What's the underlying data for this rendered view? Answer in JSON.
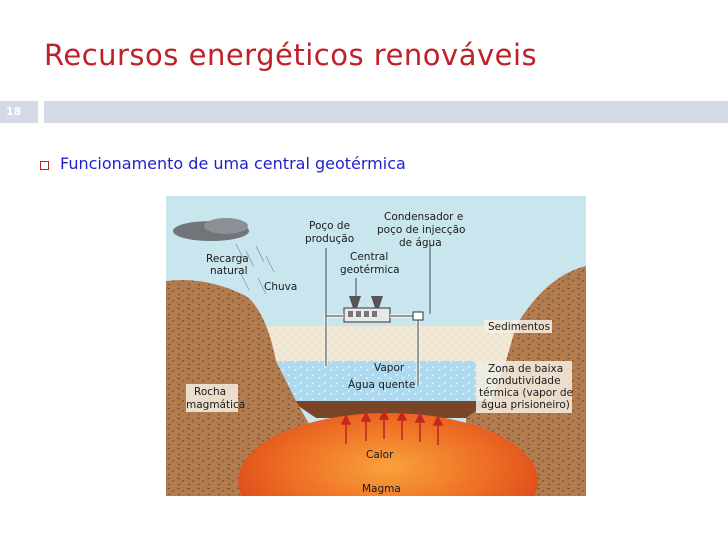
{
  "slide": {
    "title": "Recursos energéticos renováveis",
    "number": "18",
    "bullet": "Funcionamento de uma central geotérmica"
  },
  "diagram": {
    "labels": {
      "recarga_line1": "Recarga",
      "recarga_line2": "natural",
      "chuva": "Chuva",
      "poco_producao_line1": "Poço de",
      "poco_producao_line2": "produção",
      "condensador_line1": "Condensador e",
      "condensador_line2": "poço de injecção",
      "condensador_line3": "de água",
      "central_line1": "Central",
      "central_line2": "geotérmica",
      "sedimentos": "Sedimentos",
      "vapor": "Vapor",
      "agua_quente": "Água quente",
      "zona_line1": "Zona de baixa",
      "zona_line2": "condutividade",
      "zona_line3": "térmica (vapor de",
      "zona_line4": "água prisioneiro)",
      "rocha_line1": "Rocha",
      "rocha_line2": "magmática",
      "calor": "Calor",
      "magma": "Magma"
    },
    "colors": {
      "sky": "#c9e6ee",
      "rock": "#b07a4e",
      "sediment": "#efe6d2",
      "water": "#a9d8ee",
      "magma": "#e8541e",
      "title": "#c0202a",
      "bullet_text": "#1f1fd0"
    }
  }
}
